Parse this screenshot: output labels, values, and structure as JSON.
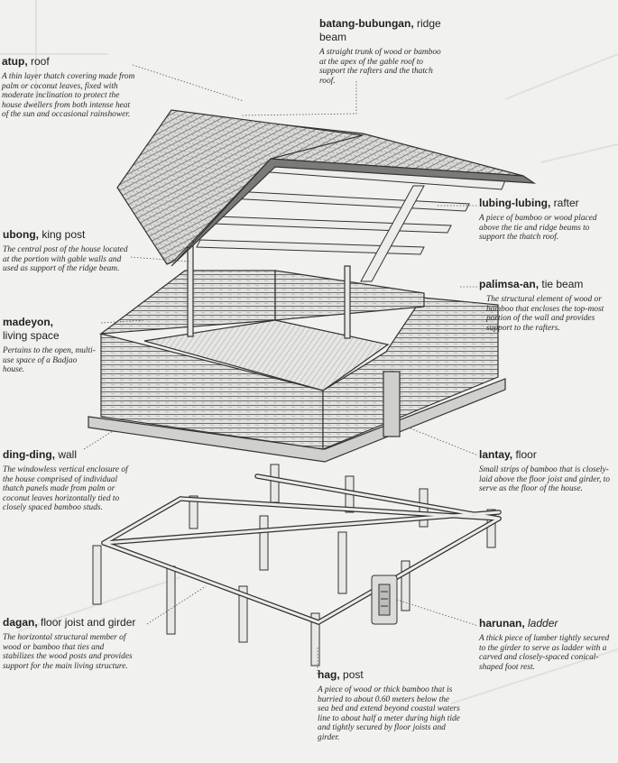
{
  "labels": {
    "atup": {
      "term": "atup,",
      "def": "roof",
      "desc": "A thin layer thatch covering made from palm or coconut leaves, fixed with moderate inclination to protect the house dwellers from both intense heat of the sun and occasional rainshower."
    },
    "batang": {
      "term": "batang-bubungan,",
      "def": "ridge beam",
      "desc": "A straight trunk of wood or bamboo at the apex of the gable roof to support the rafters and the thatch roof."
    },
    "lubing": {
      "term": "lubing-lubing,",
      "def": "rafter",
      "desc": "A piece of bamboo or wood placed above the tie and ridge beams to support the thatch roof."
    },
    "ubong": {
      "term": "ubong,",
      "def": "king post",
      "desc": "The central post of the house located at the portion with gable walls and used as support of the ridge beam."
    },
    "palimsa": {
      "term": "palimsa-an,",
      "def": "tie beam",
      "desc": "The structural element of wood or bamboo that encloses the top-most portion of the wall and provides support to the rafters."
    },
    "madeyon": {
      "term": "madeyon,",
      "def": "living space",
      "desc": "Pertains to the open, multi-use space of a Badjao house."
    },
    "dingding": {
      "term": "ding-ding,",
      "def": "wall",
      "desc": "The windowless vertical enclosure of the house comprised of individual thatch panels made from palm or coconut leaves horizontally tied to closely spaced bamboo studs."
    },
    "lantay": {
      "term": "lantay,",
      "def": "floor",
      "desc": "Small strips of bamboo that is closely-laid above the floor joist and girder, to serve as the floor of the house."
    },
    "dagan": {
      "term": "dagan,",
      "def": "floor joist and girder",
      "desc": "The horizontal structural member of wood or bamboo that ties and stabilizes the wood posts and provides support for the main living structure."
    },
    "harunan": {
      "term": "harunan,",
      "def": "ladder",
      "desc": "A thick piece of lumber tightly secured to the girder to serve as ladder with a carved and closely-spaced conical-shaped foot rest."
    },
    "hag": {
      "term": "hag,",
      "def": "post",
      "desc": "A piece of wood or thick bamboo that is burried to about 0.60 meters below the sea bed and extend beyond coastal waters line to about half a meter during high tide and tightly secured by floor joists and girder."
    }
  }
}
